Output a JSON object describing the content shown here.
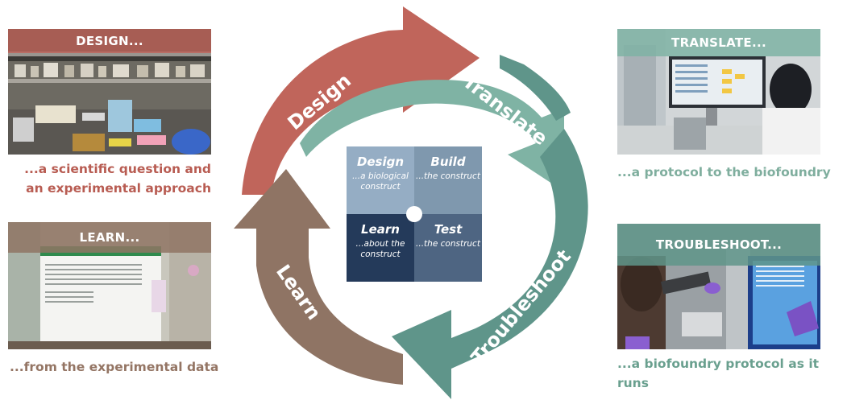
{
  "panels": {
    "design": {
      "header": "DESIGN...",
      "caption": "...a scientific question and an experimental approach",
      "color": "#b85c52"
    },
    "learn": {
      "header": "LEARN...",
      "caption": "...from the experimental data",
      "color": "#947564"
    },
    "translate": {
      "header": "TRANSLATE...",
      "caption": "...a protocol to the biofoundry",
      "color": "#7fae9e"
    },
    "troubleshoot": {
      "header": "TROUBLESHOOT...",
      "caption": "...a biofoundry protocol as it runs",
      "color": "#6aa08f"
    }
  },
  "cycle": {
    "design": "Design",
    "translate": "Translate",
    "troubleshoot": "Troubleshoot",
    "learn": "Learn",
    "colors": {
      "design": "#c0655b",
      "translate": "#7fb3a4",
      "troubleshoot": "#5f958a",
      "learn": "#8f7464"
    }
  },
  "dbtl": {
    "design": {
      "title": "Design",
      "sub": "...a biological construct"
    },
    "build": {
      "title": "Build",
      "sub": "...the construct"
    },
    "learn": {
      "title": "Learn",
      "sub": "...about the construct"
    },
    "test": {
      "title": "Test",
      "sub": "...the construct"
    }
  }
}
